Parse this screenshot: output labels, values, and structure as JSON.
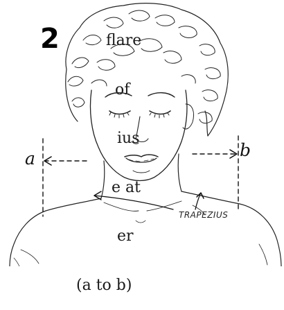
{
  "caption_lines": [
    "flare",
    "of",
    "ius",
    "e at",
    "er",
    "(a to b)"
  ],
  "figure_number": "2",
  "labels": {
    "a": "a",
    "b": "b",
    "trapezius": "TRAPEZIUS"
  }
}
